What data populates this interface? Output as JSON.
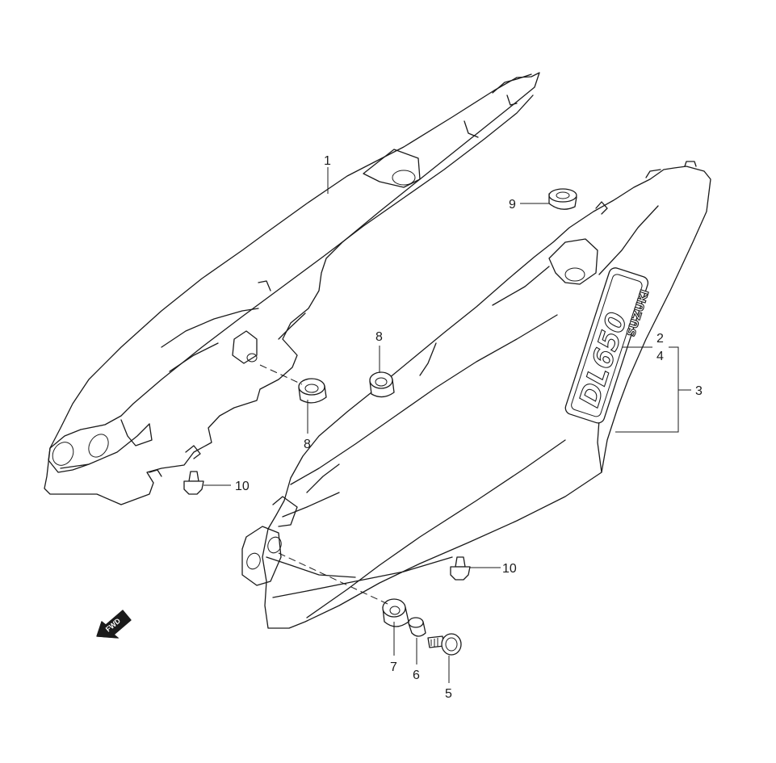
{
  "callouts": {
    "p1": "1",
    "p2": "2",
    "p3": "3",
    "p4": "4",
    "p5": "5",
    "p6": "6",
    "p7": "7",
    "p8a": "8",
    "p8b": "8",
    "p9": "9",
    "p10a": "10",
    "p10b": "10"
  },
  "decal": {
    "model": "DL650",
    "brand": "SUZUKI"
  },
  "fwd_arrow": {
    "label": "FWD"
  },
  "colors": {
    "line": "#1a1a1a",
    "background": "#ffffff"
  }
}
